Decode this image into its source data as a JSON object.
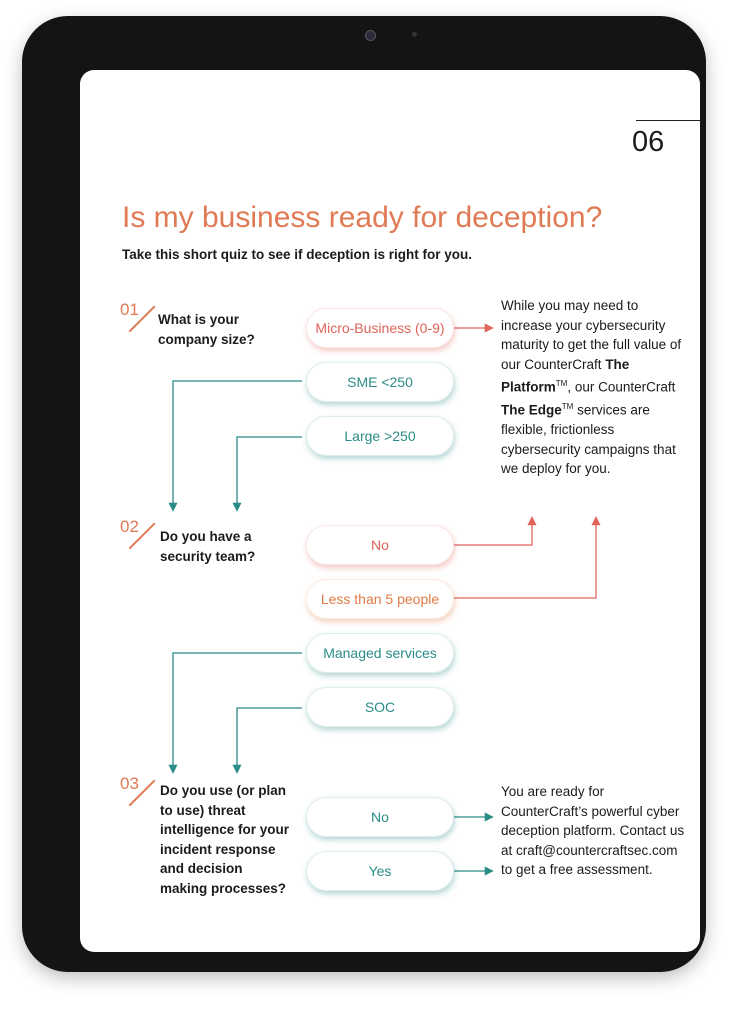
{
  "page": {
    "number": "06",
    "title": "Is my business ready for deception?",
    "subtitle": "Take this short quiz to see if deception is right for you."
  },
  "questions": [
    {
      "number": "01",
      "text": "What is your company size?",
      "options": [
        "Micro-Business (0-9)",
        "SME <250",
        "Large >250"
      ]
    },
    {
      "number": "02",
      "text": "Do you have a security team?",
      "options": [
        "No",
        "Less than 5 people",
        "Managed services",
        "SOC"
      ]
    },
    {
      "number": "03",
      "text": "Do you use (or plan to use) threat intelligence for your incident response and decision making processes?",
      "options": [
        "No",
        "Yes"
      ]
    }
  ],
  "result_early": {
    "intro": "While you may need to increase your cybersecurity maturity to get the full value of our CounterCraft",
    "product1": "The Platform",
    "tm": "TM",
    "mid": ", our CounterCraft",
    "product2": "The Edge",
    "outro": "services are flexible, frictionless cybersecurity campaigns that we deploy for you."
  },
  "result_ready": {
    "text": "You are ready for CounterCraft’s powerful cyber deception platform. Contact us at",
    "email": "craft@countercraftsec.com",
    "outro": "to get a free assessment."
  },
  "colors": {
    "accent": "#e07a55",
    "red": "#e0635a",
    "teal": "#2b8c87",
    "text": "#1b1b1b"
  }
}
